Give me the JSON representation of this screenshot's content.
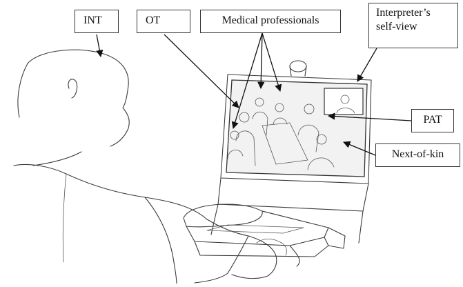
{
  "labels": {
    "int": "INT",
    "ot": "OT",
    "medical": "Medical professionals",
    "self_view": "Interpreter’s self-view",
    "pat": "PAT",
    "next_of_kin": "Next-of-kin"
  }
}
